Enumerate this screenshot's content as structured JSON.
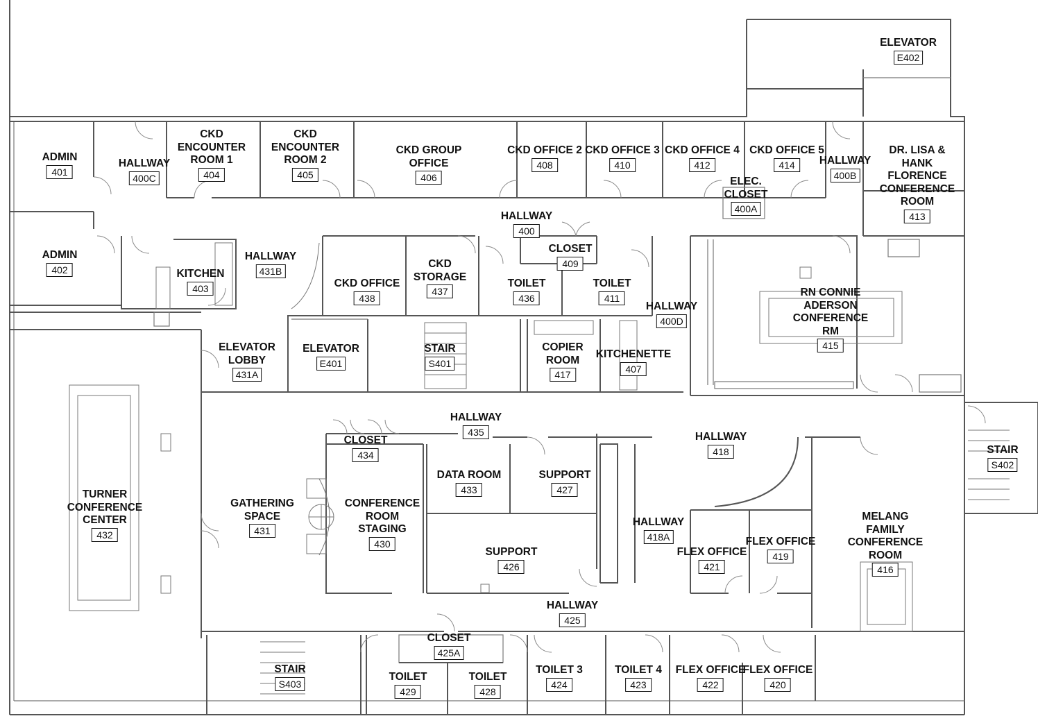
{
  "rooms": [
    {
      "id": "r401",
      "name": [
        "ADMIN"
      ],
      "number": "401"
    },
    {
      "id": "r402",
      "name": [
        "ADMIN"
      ],
      "number": "402"
    },
    {
      "id": "r400c",
      "name": [
        "HALLWAY"
      ],
      "number": "400C"
    },
    {
      "id": "r404",
      "name": [
        "CKD",
        "ENCOUNTER",
        "ROOM 1"
      ],
      "number": "404"
    },
    {
      "id": "r405",
      "name": [
        "CKD",
        "ENCOUNTER",
        "ROOM 2"
      ],
      "number": "405"
    },
    {
      "id": "r406",
      "name": [
        "CKD GROUP",
        "OFFICE"
      ],
      "number": "406"
    },
    {
      "id": "r408",
      "name": [
        "CKD OFFICE 2"
      ],
      "number": "408"
    },
    {
      "id": "r410",
      "name": [
        "CKD OFFICE 3"
      ],
      "number": "410"
    },
    {
      "id": "r412",
      "name": [
        "CKD OFFICE 4"
      ],
      "number": "412"
    },
    {
      "id": "r414",
      "name": [
        "CKD OFFICE 5"
      ],
      "number": "414"
    },
    {
      "id": "r400a",
      "name": [
        "ELEC.",
        "CLOSET"
      ],
      "number": "400A"
    },
    {
      "id": "r400b",
      "name": [
        "HALLWAY"
      ],
      "number": "400B"
    },
    {
      "id": "r413",
      "name": [
        "DR. LISA &",
        "HANK",
        "FLORENCE",
        "CONFERENCE",
        "ROOM"
      ],
      "number": "413"
    },
    {
      "id": "re402",
      "name": [
        "ELEVATOR"
      ],
      "number": "E402"
    },
    {
      "id": "r400",
      "name": [
        "HALLWAY"
      ],
      "number": "400"
    },
    {
      "id": "r409",
      "name": [
        "CLOSET"
      ],
      "number": "409"
    },
    {
      "id": "r403",
      "name": [
        "KITCHEN"
      ],
      "number": "403"
    },
    {
      "id": "r431b",
      "name": [
        "HALLWAY"
      ],
      "number": "431B"
    },
    {
      "id": "r438",
      "name": [
        "CKD OFFICE"
      ],
      "number": "438"
    },
    {
      "id": "r437",
      "name": [
        "CKD",
        "STORAGE"
      ],
      "number": "437"
    },
    {
      "id": "r436",
      "name": [
        "TOILET"
      ],
      "number": "436"
    },
    {
      "id": "r411",
      "name": [
        "TOILET"
      ],
      "number": "411"
    },
    {
      "id": "r400d",
      "name": [
        "HALLWAY"
      ],
      "number": "400D"
    },
    {
      "id": "r415",
      "name": [
        "RN CONNIE",
        "ADERSON",
        "CONFERENCE",
        "RM"
      ],
      "number": "415"
    },
    {
      "id": "r431a",
      "name": [
        "ELEVATOR",
        "LOBBY"
      ],
      "number": "431A"
    },
    {
      "id": "re401",
      "name": [
        "ELEVATOR"
      ],
      "number": "E401"
    },
    {
      "id": "rs401",
      "name": [
        "STAIR"
      ],
      "number": "S401"
    },
    {
      "id": "r417",
      "name": [
        "COPIER",
        "ROOM"
      ],
      "number": "417"
    },
    {
      "id": "r407",
      "name": [
        "KITCHENETTE"
      ],
      "number": "407"
    },
    {
      "id": "r435",
      "name": [
        "HALLWAY"
      ],
      "number": "435"
    },
    {
      "id": "r434",
      "name": [
        "CLOSET"
      ],
      "number": "434"
    },
    {
      "id": "r418",
      "name": [
        "HALLWAY"
      ],
      "number": "418"
    },
    {
      "id": "rs402",
      "name": [
        "STAIR"
      ],
      "number": "S402"
    },
    {
      "id": "r433",
      "name": [
        "DATA ROOM"
      ],
      "number": "433"
    },
    {
      "id": "r427",
      "name": [
        "SUPPORT"
      ],
      "number": "427"
    },
    {
      "id": "r432",
      "name": [
        "TURNER",
        "CONFERENCE",
        "CENTER"
      ],
      "number": "432"
    },
    {
      "id": "r431",
      "name": [
        "GATHERING",
        "SPACE"
      ],
      "number": "431"
    },
    {
      "id": "r430",
      "name": [
        "CONFERENCE",
        "ROOM",
        "STAGING"
      ],
      "number": "430"
    },
    {
      "id": "r418a",
      "name": [
        "HALLWAY"
      ],
      "number": "418A"
    },
    {
      "id": "r421",
      "name": [
        "FLEX OFFICE"
      ],
      "number": "421"
    },
    {
      "id": "r419",
      "name": [
        "FLEX OFFICE"
      ],
      "number": "419"
    },
    {
      "id": "r416",
      "name": [
        "MELANG",
        "FAMILY",
        "CONFERENCE",
        "ROOM"
      ],
      "number": "416"
    },
    {
      "id": "r426",
      "name": [
        "SUPPORT"
      ],
      "number": "426"
    },
    {
      "id": "r425",
      "name": [
        "HALLWAY"
      ],
      "number": "425"
    },
    {
      "id": "r425a",
      "name": [
        "CLOSET"
      ],
      "number": "425A"
    },
    {
      "id": "rs403",
      "name": [
        "STAIR"
      ],
      "number": "S403"
    },
    {
      "id": "r429",
      "name": [
        "TOILET"
      ],
      "number": "429"
    },
    {
      "id": "r428",
      "name": [
        "TOILET"
      ],
      "number": "428"
    },
    {
      "id": "r424",
      "name": [
        "TOILET 3"
      ],
      "number": "424"
    },
    {
      "id": "r423",
      "name": [
        "TOILET 4"
      ],
      "number": "423"
    },
    {
      "id": "r422",
      "name": [
        "FLEX OFFICE"
      ],
      "number": "422"
    },
    {
      "id": "r420",
      "name": [
        "FLEX OFFICE"
      ],
      "number": "420"
    }
  ]
}
